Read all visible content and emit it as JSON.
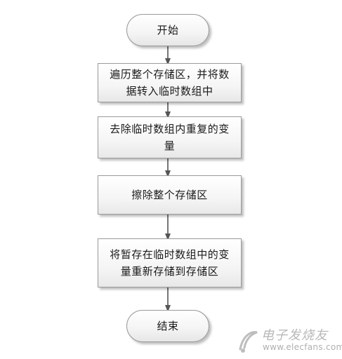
{
  "flowchart": {
    "start_label": "开始",
    "steps": [
      {
        "line1": "遍历整个存储区，并将数",
        "line2": "据转入临时数组中"
      },
      {
        "line1": "去除临时数组内重复的变",
        "line2": "量"
      },
      {
        "line1": "擦除整个存储区",
        "line2": ""
      },
      {
        "line1": "将暂存在临时数组中的变",
        "line2": "量重新存储到存储区"
      }
    ],
    "end_label": "结束"
  },
  "watermark": {
    "text_cn": "电子发烧友",
    "text_en": "www.elecfans.com",
    "logo": "elecfans-logo"
  },
  "colors": {
    "box_border": "#9a9a9a",
    "connector": "#555555",
    "watermark": "#b8b8b8"
  }
}
